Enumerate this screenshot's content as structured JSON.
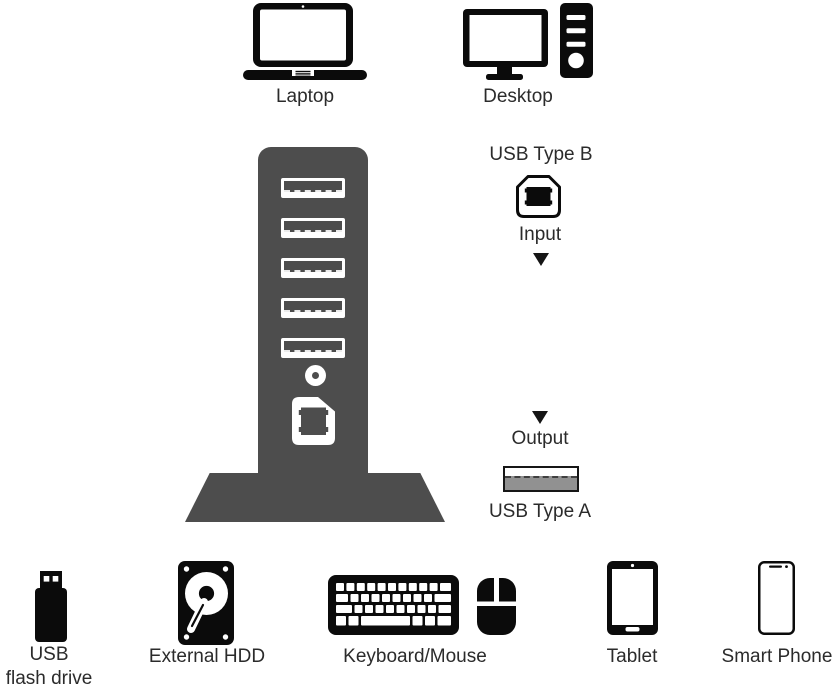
{
  "colors": {
    "background": "#ffffff",
    "icon_black": "#0b0b0b",
    "hub_gray": "#4d4d4d",
    "port_face_gray": "#919191",
    "text": "#2b2b2b"
  },
  "top_devices": [
    {
      "label": "Laptop",
      "icon": "laptop-icon"
    },
    {
      "label": "Desktop",
      "icon": "desktop-icon"
    }
  ],
  "hub": {
    "name": "5-port USB hub tower",
    "downstream_port_count": 5,
    "upstream_port": "USB Type B",
    "indicator": "led"
  },
  "io": {
    "input_connector_label": "USB Type B",
    "input_label": "Input",
    "input_arrow_icon": "arrow-down-icon",
    "output_arrow_icon": "arrow-down-icon",
    "output_label": "Output",
    "output_connector_label": "USB Type A"
  },
  "bottom_devices": [
    {
      "label": "USB\nflash drive",
      "icon": "usb-flash-drive-icon"
    },
    {
      "label": "External HDD",
      "icon": "external-hdd-icon"
    },
    {
      "label": "Keyboard/Mouse",
      "icon": "keyboard-mouse-icon"
    },
    {
      "label": "Tablet",
      "icon": "tablet-icon"
    },
    {
      "label": "Smart Phone",
      "icon": "smart-phone-icon"
    }
  ]
}
